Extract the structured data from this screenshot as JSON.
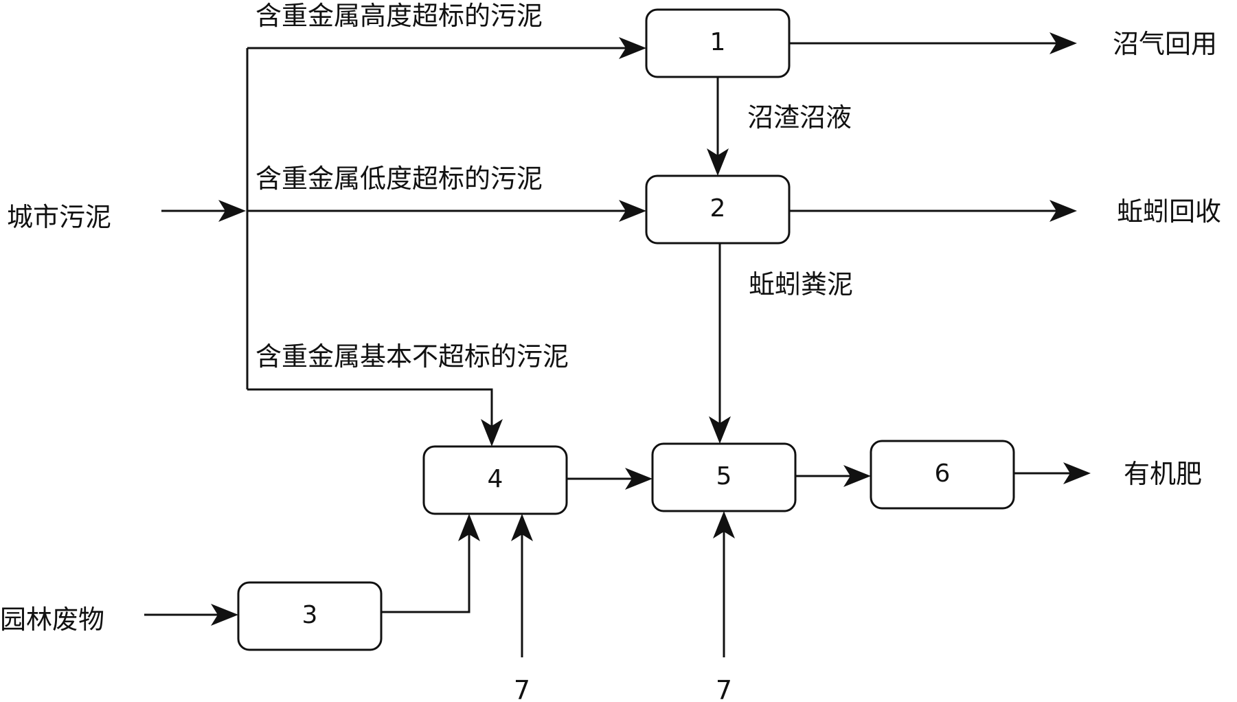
{
  "nodes": [
    {
      "id": "1",
      "label": "1"
    },
    {
      "id": "2",
      "label": "2"
    },
    {
      "id": "3",
      "label": "3"
    },
    {
      "id": "4",
      "label": "4"
    },
    {
      "id": "5",
      "label": "5"
    },
    {
      "id": "6",
      "label": "6"
    }
  ],
  "inputs": {
    "sludge": "城市污泥",
    "garden_waste": "园林废物",
    "seven_a": "7",
    "seven_b": "7"
  },
  "branches": {
    "high": "含重金属高度超标的污泥",
    "low": "含重金属低度超标的污泥",
    "none": "含重金属基本不超标的污泥"
  },
  "flows": {
    "digestate": "沼渣沼液",
    "vermicast": "蚯蚓粪泥"
  },
  "outputs": {
    "biogas": "沼气回用",
    "worm": "蚯蚓回收",
    "fertilizer": "有机肥"
  }
}
